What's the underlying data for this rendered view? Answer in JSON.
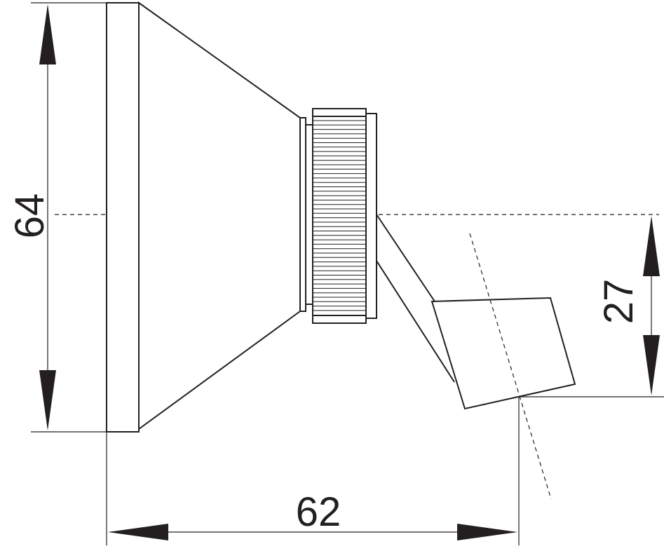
{
  "dimensions": {
    "height": "64",
    "width": "62",
    "offset": "27"
  },
  "colors": {
    "line": "#231f20",
    "background": "#ffffff"
  }
}
